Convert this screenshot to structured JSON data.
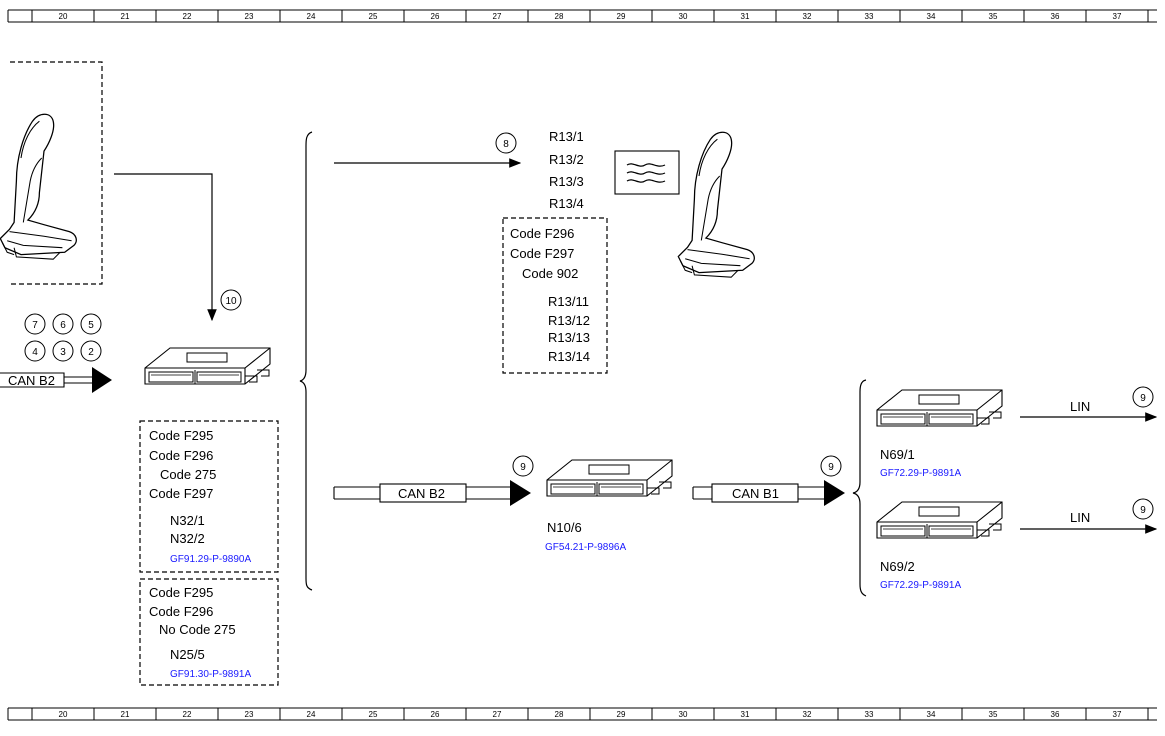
{
  "ruler": {
    "numbers": [
      "20",
      "21",
      "22",
      "23",
      "24",
      "25",
      "26",
      "27",
      "28",
      "29",
      "30",
      "31",
      "32",
      "33",
      "34",
      "35",
      "36",
      "37"
    ]
  },
  "top_group": {
    "circle_ref": "8",
    "r_labels": [
      "R13/1",
      "R13/2",
      "R13/3",
      "R13/4"
    ],
    "codes": [
      "Code F296",
      "Code F297",
      "Code 902"
    ],
    "r_labels_2": [
      "R13/11",
      "R13/12",
      "R13/13",
      "R13/14"
    ]
  },
  "left_group": {
    "arrow_ref": "10",
    "circles_top": [
      "7",
      "6",
      "5"
    ],
    "circles_bottom": [
      "4",
      "3",
      "2"
    ],
    "can_label": "CAN B2",
    "box1": {
      "codes": [
        "Code F295",
        "Code F296",
        "Code 275",
        "Code F297"
      ],
      "parts": [
        "N32/1",
        "N32/2"
      ],
      "ref": "GF91.29-P-9890A"
    },
    "box2": {
      "codes": [
        "Code F295",
        "Code F296",
        "No  Code 275"
      ],
      "parts": [
        "N25/5"
      ],
      "ref": "GF91.30-P-9891A"
    }
  },
  "middle_group": {
    "can_b2_label": "CAN B2",
    "circle_ref": "9",
    "module_label": "N10/6",
    "module_ref": "GF54.21-P-9896A",
    "can_b1_label": "CAN B1",
    "circle_ref_2": "9"
  },
  "right_group": {
    "modules": [
      {
        "label": "N69/1",
        "ref": "GF72.29-P-9891A",
        "lin": "LIN",
        "circle": "9"
      },
      {
        "label": "N69/2",
        "ref": "GF72.29-P-9891A",
        "lin": "LIN",
        "circle": "9"
      }
    ]
  }
}
